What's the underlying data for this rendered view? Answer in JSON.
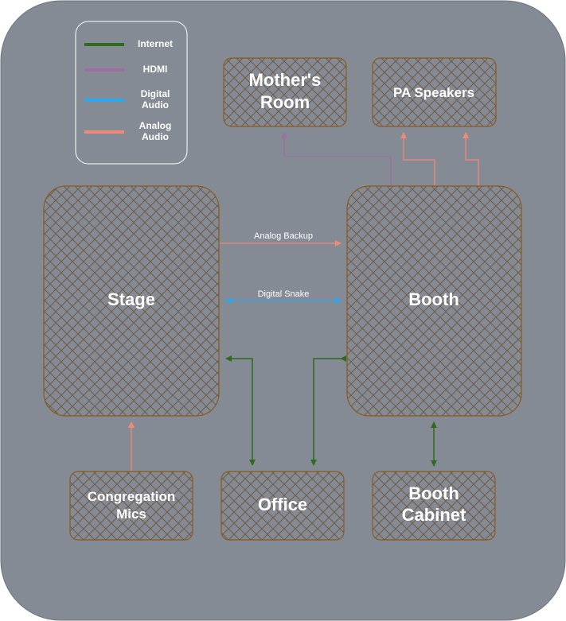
{
  "colors": {
    "background": "#858b94",
    "node_stroke": "#8a5a1e",
    "hatch": "#6e5a44",
    "internet": "#2e6b1f",
    "hdmi": "#9d6fa0",
    "digital_audio": "#2aa8f0",
    "analog_audio": "#f08a78",
    "label": "#ffffff"
  },
  "legend": {
    "items": [
      {
        "label": "Internet",
        "color": "#2e6b1f"
      },
      {
        "label": "HDMI",
        "color": "#9d6fa0"
      },
      {
        "label": "Digital Audio",
        "color": "#2aa8f0"
      },
      {
        "label": "Analog Audio",
        "color": "#f08a78"
      }
    ]
  },
  "nodes": {
    "mothers_room": {
      "line1": "Mother's",
      "line2": "Room"
    },
    "pa_speakers": {
      "line1": "PA Speakers"
    },
    "stage": {
      "line1": "Stage"
    },
    "booth": {
      "line1": "Booth"
    },
    "congregation_mics": {
      "line1": "Congregation",
      "line2": "Mics"
    },
    "office": {
      "line1": "Office"
    },
    "booth_cabinet": {
      "line1": "Booth",
      "line2": "Cabinet"
    }
  },
  "edges": {
    "analog_backup": "Analog Backup",
    "digital_snake": "Digital Snake"
  }
}
